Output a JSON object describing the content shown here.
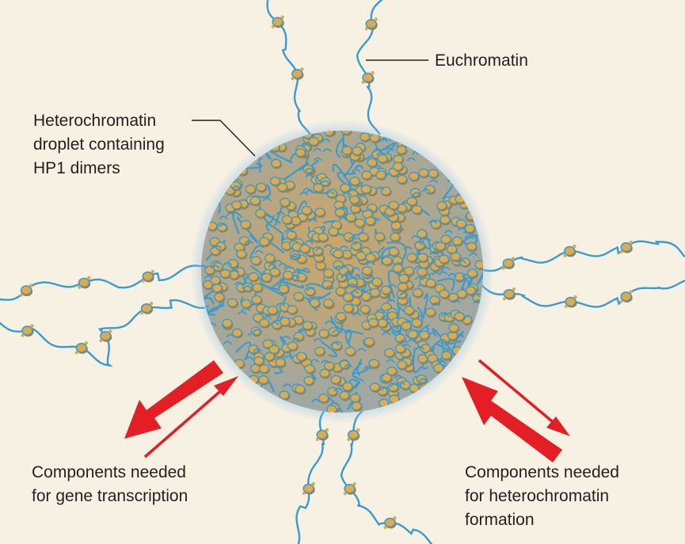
{
  "labels": {
    "euchromatin": "Euchromatin",
    "droplet": [
      "Heterochromatin",
      "droplet containing",
      "HP1 dimers"
    ],
    "left_components": [
      "Components needed",
      "for gene transcription"
    ],
    "right_components": [
      "Components needed",
      "for heterochromatin",
      "formation"
    ]
  },
  "colors": {
    "background": "#f7f1e3",
    "dna_strand": "#3a9bd0",
    "nucleosome": "#e0a94a",
    "nucleosome_shadow": "#b87a24",
    "droplet_glow": "#8fc3e8",
    "arrow": "#e31e24",
    "leader_line": "#231f20"
  }
}
